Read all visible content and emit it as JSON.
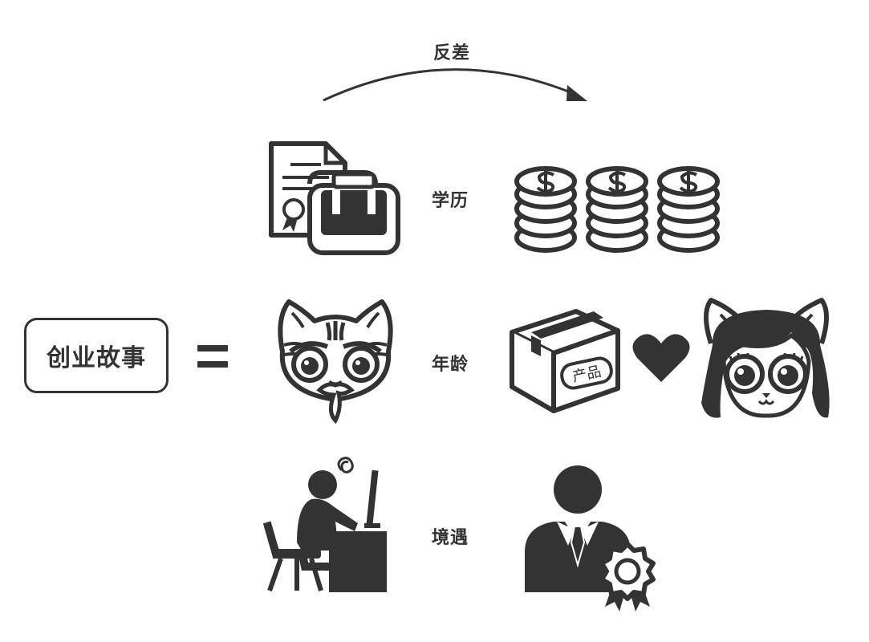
{
  "top_arrow": {
    "label": "反差"
  },
  "main": {
    "label": "创业故事"
  },
  "rows": [
    {
      "label": "学历",
      "left_icon": "diploma-backpack-icon",
      "right_icon": "coin-stacks-icon"
    },
    {
      "label": "年龄",
      "left_icon": "old-cat-face-icon",
      "right_icon": "product-box-heart-girl-icon",
      "box_text": "产品"
    },
    {
      "label": "境遇",
      "left_icon": "stressed-worker-desk-icon",
      "right_icon": "businessman-award-icon"
    }
  ],
  "colors": {
    "ink": "#333333",
    "background": "#ffffff"
  }
}
